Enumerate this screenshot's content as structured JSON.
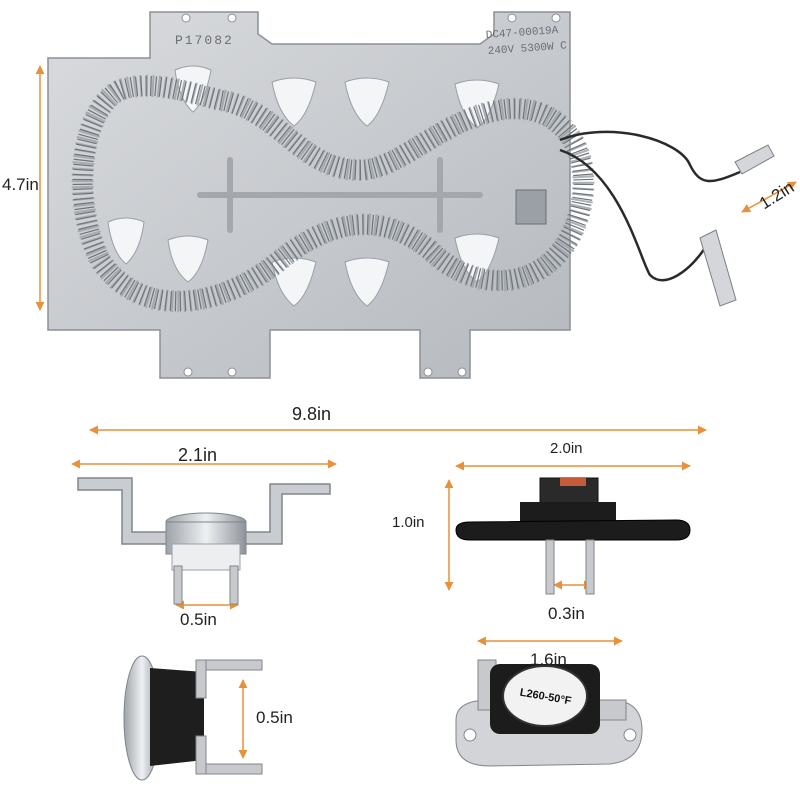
{
  "colors": {
    "dimension_line": "#e8913a",
    "metal_plate": "#c9ccd0",
    "metal_edge": "#8c9096",
    "coil": "#9ea3a8",
    "plastic_black": "#1c1c1c",
    "terminal": "#c7c9cc",
    "background": "#ffffff"
  },
  "heater": {
    "stamp_left": "P17082",
    "stamp_right_line1": "DC47-00019A",
    "stamp_right_line2": "240V 5300W C"
  },
  "dimensions": {
    "heater_height": "4.7in",
    "lead_length": "1.2in",
    "heater_length": "9.8in",
    "fuse_width": "2.1in",
    "fuse_terminal": "0.5in",
    "thermostat_width": "2.0in",
    "thermostat_height": "1.0in",
    "thermostat_pin_gap": "0.3in",
    "small_fuse_height": "0.5in",
    "hi_limit_width": "1.6in"
  },
  "hi_limit_label": "L260-50°F"
}
